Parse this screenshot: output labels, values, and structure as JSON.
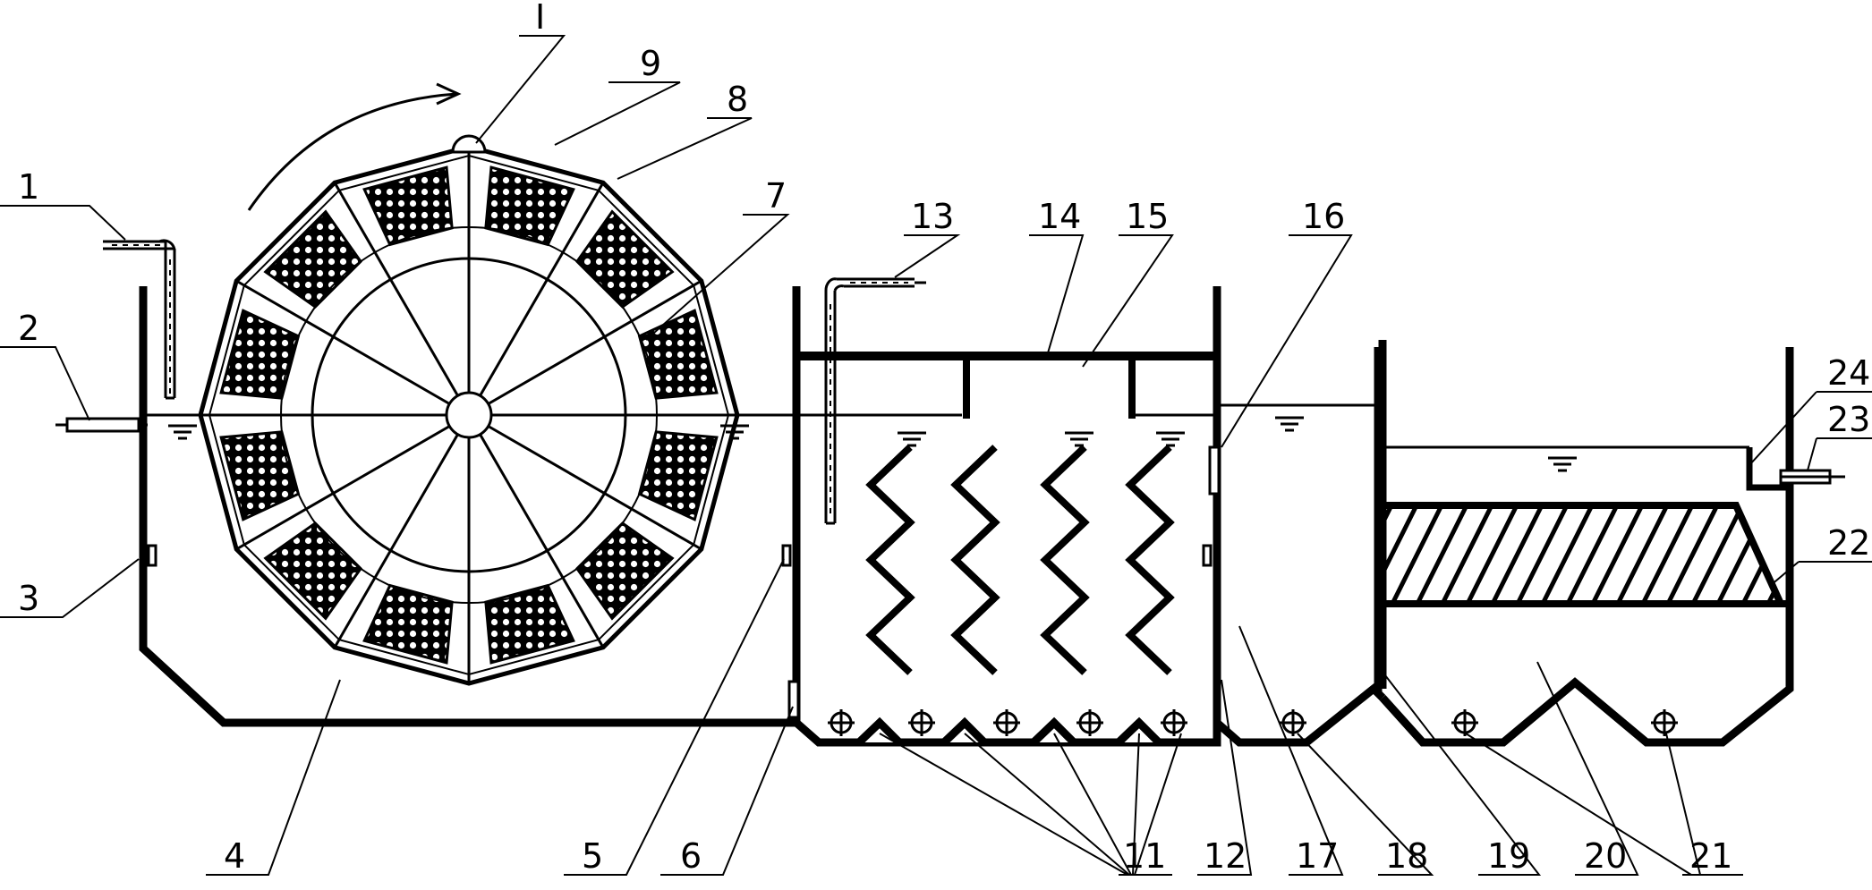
{
  "diagram": {
    "labels": {
      "l1": "1",
      "l2": "2",
      "l3": "3",
      "l4": "4",
      "l5": "5",
      "l6": "6",
      "l7": "7",
      "l8": "8",
      "l9": "9",
      "lI": "I",
      "l11": "11",
      "l12": "12",
      "l13": "13",
      "l14": "14",
      "l15": "15",
      "l16": "16",
      "l17": "17",
      "l18": "18",
      "l19": "19",
      "l20": "20",
      "l21": "21",
      "l22": "22",
      "l23": "23",
      "l24": "24"
    },
    "colors": {
      "line": "#000000",
      "background": "#ffffff"
    }
  }
}
